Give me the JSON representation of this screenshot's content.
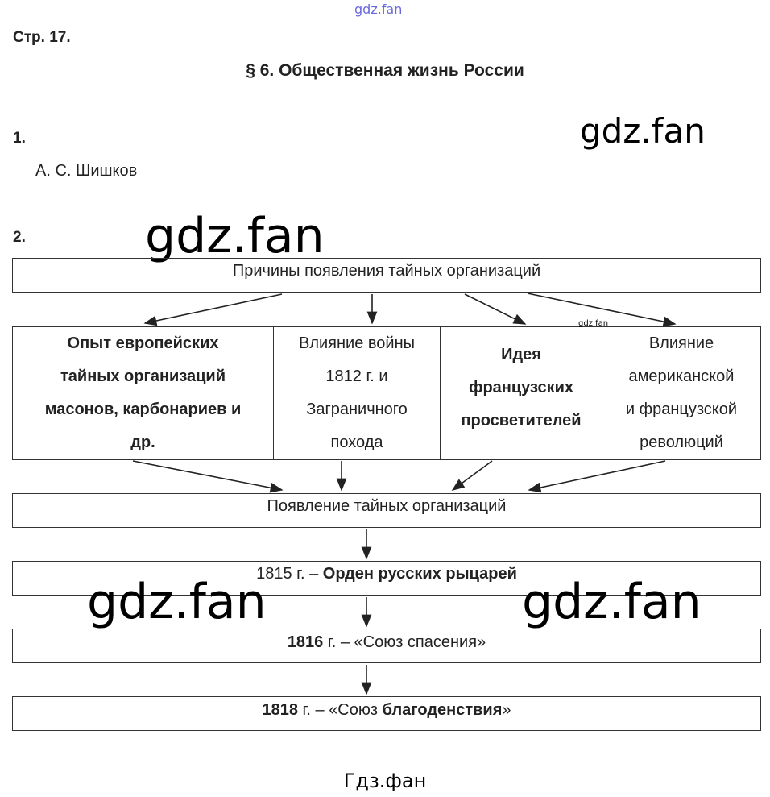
{
  "watermarks": {
    "top_small": "gdz.fan",
    "right": "gdz.fan",
    "left_big": "gdz.fan",
    "tiny": "gdz.fan",
    "mid_left": "gdz.fan",
    "mid_right": "gdz.fan",
    "bottom": "Гдз.фан"
  },
  "page_label": "Стр. 17.",
  "title": "§ 6. Общественная жизнь России",
  "task1": {
    "number": "1.",
    "answer": "А. С. Шишков"
  },
  "task2": {
    "number": "2.",
    "root": "Причины появления тайных организаций",
    "causes": [
      {
        "lines": [
          "Опыт европейских",
          "тайных организаций",
          "масонов, карбонариев и",
          "др."
        ]
      },
      {
        "lines": [
          "Влияние войны",
          "1812 г. и",
          "Заграничного",
          "похода"
        ]
      },
      {
        "lines": [
          "Идея",
          "французских",
          "просветителей"
        ]
      },
      {
        "lines": [
          "Влияние",
          "американской",
          "и французской",
          "революций"
        ]
      }
    ],
    "result": "Появление тайных организаций",
    "orgs": [
      {
        "year": "1815 г. – ",
        "name": "Орден русских рыцарей"
      },
      {
        "year": "1816",
        "mid": " г. – «Союз спасения»"
      },
      {
        "year": "1818",
        "mid": " г. – «Союз ",
        "name": "благоденствия",
        "end": "»"
      }
    ]
  }
}
